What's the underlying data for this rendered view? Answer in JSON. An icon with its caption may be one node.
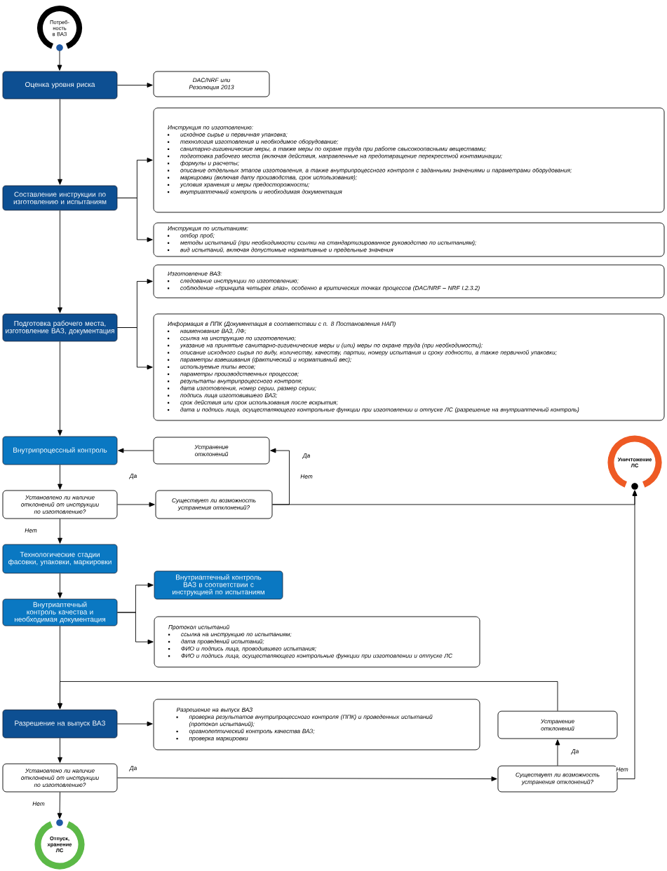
{
  "diagram": {
    "nodes": [
      {
        "text": [
          "Потреб-ность в ВАЗ"
        ]
      },
      {
        "text": [
          "Оценка уровня риска"
        ]
      },
      {
        "text": [
          "DAC/NRF или Резолюция 2013"
        ]
      },
      {
        "text": [
          "Составление инструкции по изготовлению и испытаниям"
        ]
      },
      {
        "text": [
          "Инструкция по изготовлению:",
          "исходное сырье и первичная упаковка;",
          "технология изготовления и необходимое оборудование;",
          "санитарно-гигиенические меры, а также меры по охране труда при работе свысокоопасными веществами;",
          "подготовка рабочего места (включая действия, направленные на предотвращение перекрестной контаминации;",
          "формулы и расчеты;",
          "описание отдельных этапов изготовления, а также внутрипроцессного контроля с заданными значениями и параметрами оборудования;",
          "маркировки (включая дату производства, срок использования);",
          "условия хранения и меры предосторожности;",
          "внутриаптечный контроль и необходимая документация"
        ]
      },
      {
        "text": [
          "Инструкция по испытаниям:",
          "отбор проб;",
          "методы испытаний (при необходимости ссылки на стандартизированное руководство по испытаниям);",
          "вид испытаний, включая допустимые нормативные и предельные значения"
        ]
      },
      {
        "text": [
          "Подготовка рабочего места, изготовление ВАЗ, документация"
        ]
      },
      {
        "text": [
          "Изготовление ВАЗ:",
          "следование инструкции по изготовлению;",
          "соблюдение «принципа четырех глаз», особенно в критических точках процессов (DAC/NRF – NRF I.2.3.2)"
        ]
      },
      {
        "text": [
          "Информация в ППК (Документация в соответствии с п. 8 Постановления НАП)",
          "наименование ВАЗ, ЛФ;",
          "ссылка на инструкцию по изготовлению;",
          "указание на принятые санитарно-гигиенические меры и (или) меры по охране труда (при необходимости);",
          "описание исходного сырья по виду, количеству, качеству, партии, номеру испытания и сроку годности, а также первичной упаковки;",
          "параметры взвешивания (фактический и нормативный вес);",
          "используемые типы весов;",
          "параметры производственных процессов;",
          "результаты внутрипроцессного контроля;",
          "дата изготовления, номер серии, размер серии;",
          "подпись лица изготовившего ВАЗ;",
          "срок действия или срок использования после вскрытия;",
          "дата и подпись лица, осуществляющего контрольные функции при изготовлении и отпуске ЛС (разрешение на внутриаптечный контроль)"
        ]
      },
      {
        "text": [
          "Внутрипроцессный контроль"
        ]
      },
      {
        "text": [
          "Устранение отклонений"
        ]
      },
      {
        "text": [
          "Установлено ли наличие отклонений от инструкции по изготовлению?"
        ]
      },
      {
        "text": [
          "Существует ли возможность устранения отклонений?"
        ]
      },
      {
        "text": [
          "Уничтожение ЛС"
        ]
      },
      {
        "text": [
          "Технологические стадии фасовки, упаковки, маркировки"
        ]
      },
      {
        "text": [
          "Внутриаптечный контроль качества и необходимая документация"
        ]
      },
      {
        "text": [
          "Внутриаптечный контроль ВАЗ в соответствии с инструкцией по испытаниям"
        ]
      },
      {
        "text": [
          "Протокол испытаний",
          "ссылка на инструкцию по испытаниям;",
          "дата проведений испытаний;",
          "ФИО и подпись лица, проводившего испытания;",
          "ФИО и подпись лица, осуществляющего контрольные функции при изготовлении и отпуске ЛС"
        ]
      },
      {
        "text": [
          "Разрешение на выпуск ВАЗ"
        ]
      },
      {
        "text": [
          "Разрешение на выпуск ВАЗ",
          "проверка результатов внутрипроцессного контроля (ППК) и проведенных испытаний (протокол испытаний);",
          "органолептический контроль качества ВАЗ;",
          "проверка маркировки"
        ]
      },
      {
        "text": [
          "Установлено ли наличие отклонений от инструкции по изготовлению?"
        ]
      },
      {
        "text": [
          "Устранение отклонений"
        ]
      },
      {
        "text": [
          "Существует ли возможность устранения отклонений?"
        ]
      },
      {
        "text": [
          "Отпуск, хранение ЛС"
        ]
      }
    ],
    "edges": [
      {
        "from": 0,
        "to": 1,
        "arrow": "to"
      },
      {
        "from": 1,
        "to": 2,
        "arrow": "to"
      },
      {
        "from": 1,
        "to": 3,
        "arrow": "to"
      },
      {
        "from": 3,
        "to": 4,
        "arrow": "to"
      },
      {
        "from": 3,
        "to": 5,
        "arrow": "to"
      },
      {
        "from": 3,
        "to": 6,
        "arrow": "to"
      },
      {
        "from": 6,
        "to": 7,
        "arrow": "to"
      },
      {
        "from": 6,
        "to": 8,
        "arrow": "to"
      },
      {
        "from": 6,
        "to": 9,
        "arrow": "to"
      },
      {
        "from": 10,
        "to": 9,
        "arrow": "to"
      },
      {
        "from": 9,
        "to": 11,
        "arrow": "to"
      },
      {
        "from": 11,
        "to": 12,
        "arrow": "to",
        "label": "Да"
      },
      {
        "from": 12,
        "to": 10,
        "arrow": "to",
        "label": "Да"
      },
      {
        "from": 12,
        "to": 13,
        "arrow": "to",
        "label": "Нет"
      },
      {
        "from": 11,
        "to": 14,
        "arrow": "to",
        "label": "Нет"
      },
      {
        "from": 14,
        "to": 15,
        "arrow": "to"
      },
      {
        "from": 15,
        "to": 16,
        "arrow": "to"
      },
      {
        "from": 15,
        "to": 17,
        "arrow": "to"
      },
      {
        "from": 15,
        "to": 18,
        "arrow": "to"
      },
      {
        "from": 18,
        "to": 19,
        "arrow": "to"
      },
      {
        "from": 18,
        "to": 20,
        "arrow": "to"
      },
      {
        "from": 20,
        "to": 22,
        "arrow": "to",
        "label": "Да"
      },
      {
        "from": 22,
        "to": 21,
        "arrow": "to",
        "label": "Да"
      },
      {
        "from": 21,
        "to": 18,
        "arrow": "to"
      },
      {
        "from": 22,
        "to": 13,
        "arrow": "to",
        "label": "Нет"
      },
      {
        "from": 20,
        "to": 23,
        "arrow": "to",
        "label": "Нет"
      }
    ]
  }
}
